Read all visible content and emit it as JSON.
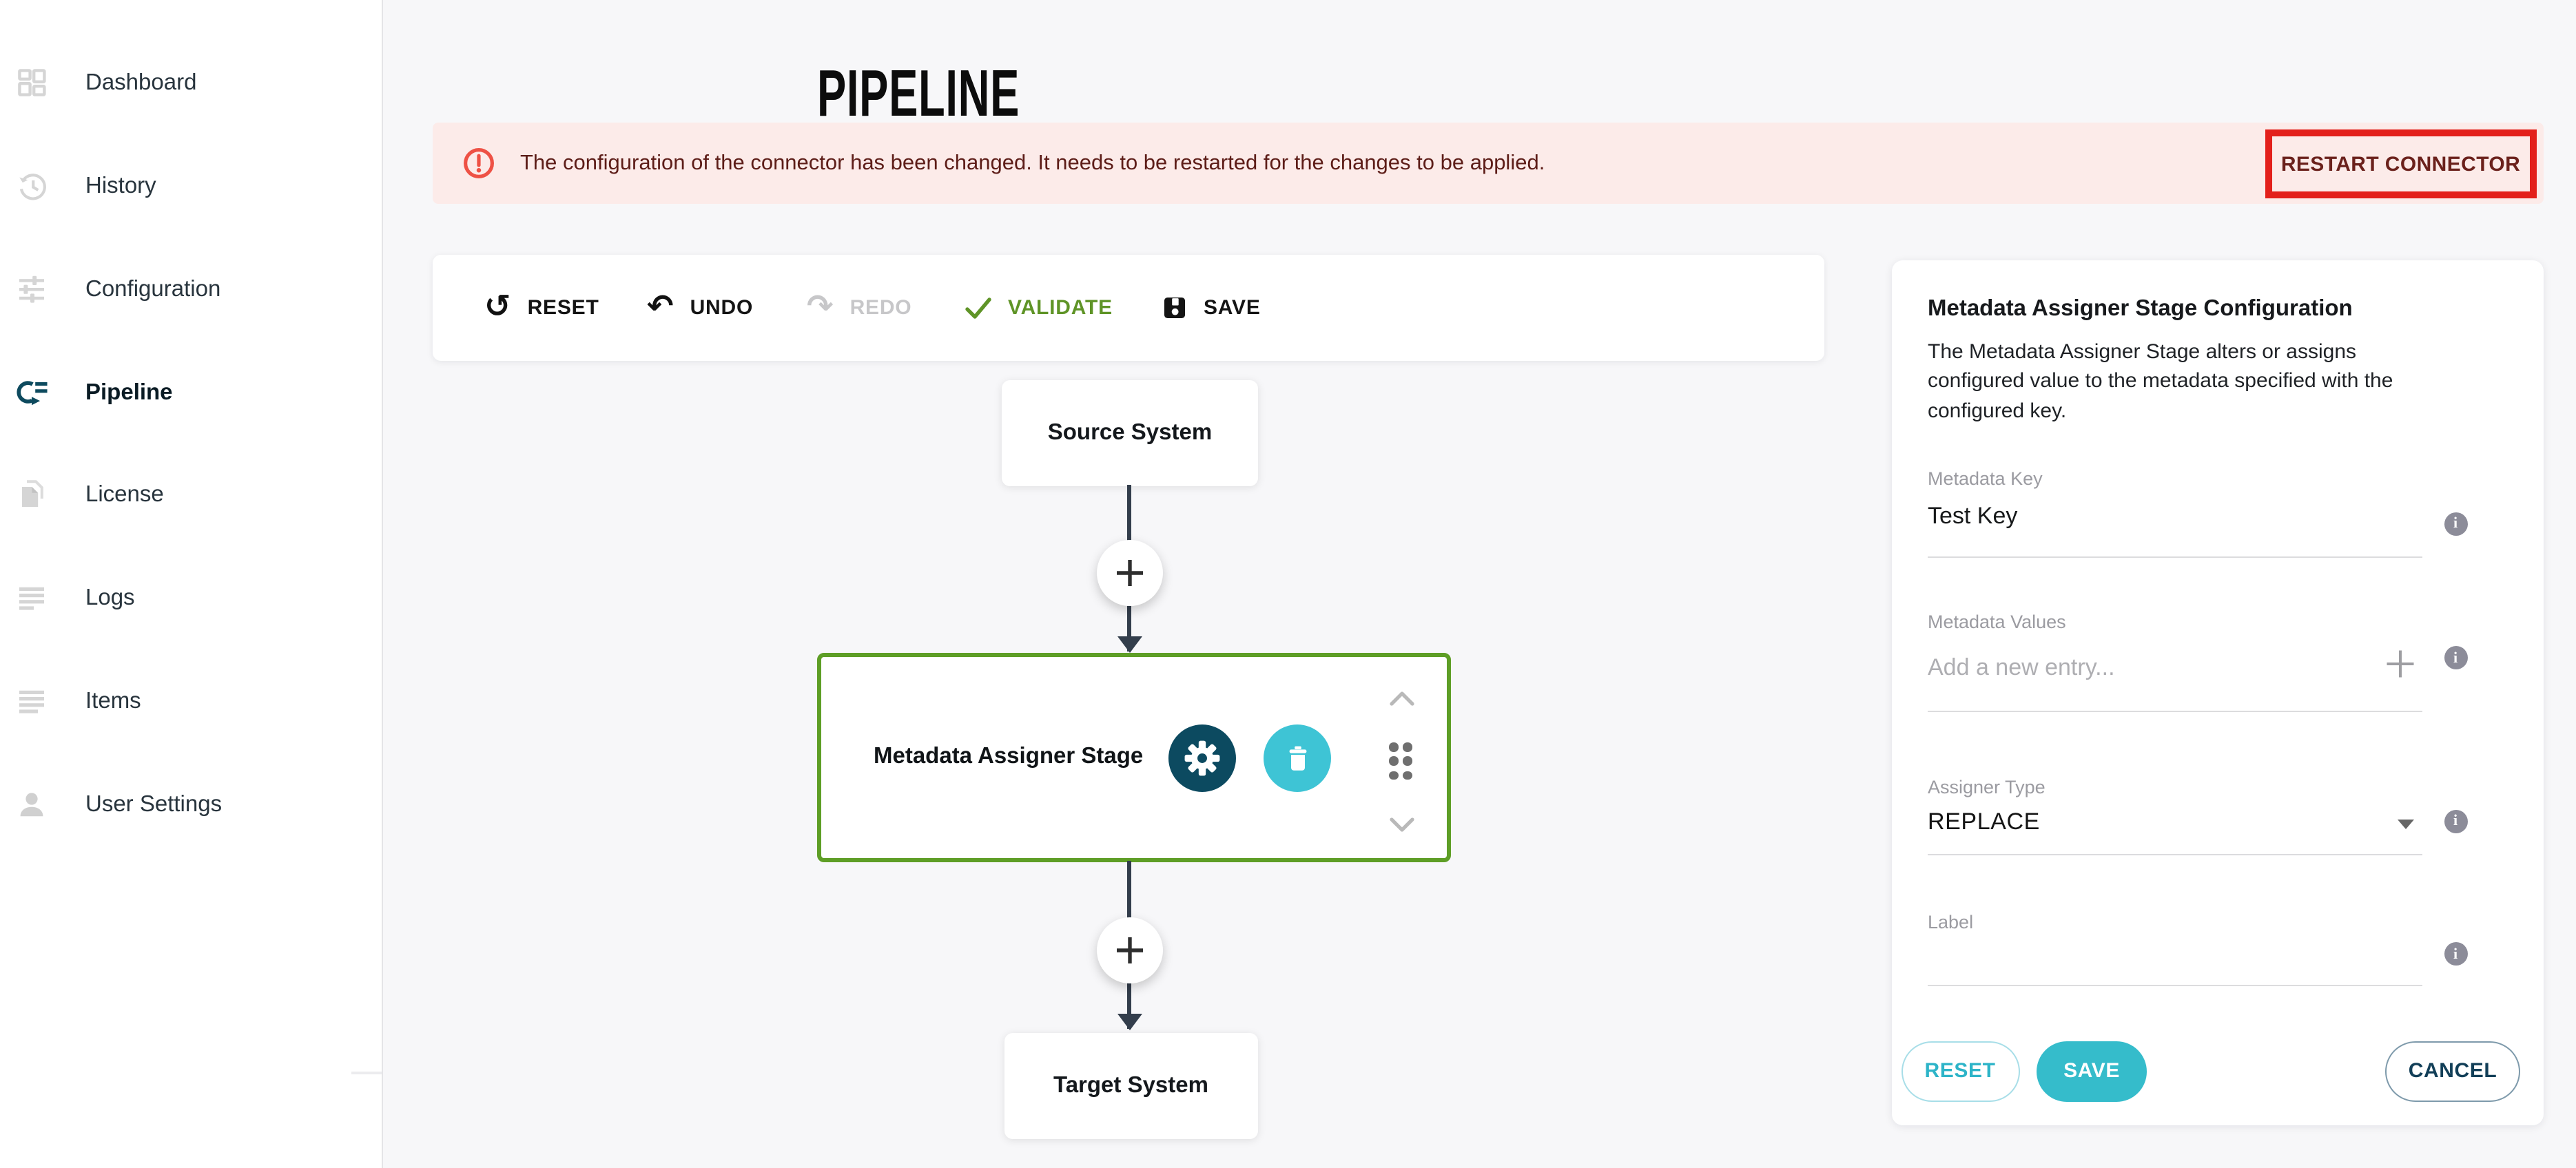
{
  "sidebar": {
    "items": [
      {
        "label": "Dashboard",
        "icon": "dashboard-icon",
        "active": false
      },
      {
        "label": "History",
        "icon": "history-icon",
        "active": false
      },
      {
        "label": "Configuration",
        "icon": "tune-icon",
        "active": false
      },
      {
        "label": "Pipeline",
        "icon": "pipeline-icon",
        "active": true
      },
      {
        "label": "License",
        "icon": "license-icon",
        "active": false
      },
      {
        "label": "Logs",
        "icon": "logs-icon",
        "active": false
      },
      {
        "label": "Items",
        "icon": "items-icon",
        "active": false
      },
      {
        "label": "User Settings",
        "icon": "user-icon",
        "active": false
      }
    ]
  },
  "header": {
    "title": "PIPELINE"
  },
  "banner": {
    "message": "The configuration of the connector has been changed. It needs to be restarted for the changes to be applied.",
    "action_label": "RESTART CONNECTOR",
    "icon": "alert-circle-icon",
    "bg_color": "#fcebe9",
    "text_color": "#5d1d18",
    "icon_color": "#ee5145",
    "highlight_color": "#e3201b"
  },
  "toolbar": {
    "reset_label": "RESET",
    "undo_label": "UNDO",
    "redo_label": "REDO",
    "validate_label": "VALIDATE",
    "save_label": "SAVE",
    "redo_disabled": true,
    "validate_color": "#5f9427"
  },
  "pipeline": {
    "source_label": "Source System",
    "stage_label": "Metadata Assigner Stage",
    "target_label": "Target System",
    "stage_border_color": "#5e9e26",
    "gear_icon_bg": "#0c4a60",
    "trash_icon_bg": "#3ec4d5"
  },
  "panel": {
    "title": "Metadata Assigner Stage Configuration",
    "description": "The Metadata Assigner Stage alters or assigns configured value to the metadata specified with the configured key.",
    "fields": [
      {
        "label": "Metadata Key",
        "value": "Test Key"
      },
      {
        "label": "Metadata Values",
        "placeholder": "Add a new entry..."
      },
      {
        "label": "Assigner Type",
        "value": "REPLACE",
        "type": "select"
      },
      {
        "label": "Label",
        "value": ""
      }
    ],
    "buttons": {
      "reset": "RESET",
      "save": "SAVE",
      "cancel": "CANCEL"
    },
    "accent_color": "#35bccb",
    "cancel_color": "#123f58"
  }
}
